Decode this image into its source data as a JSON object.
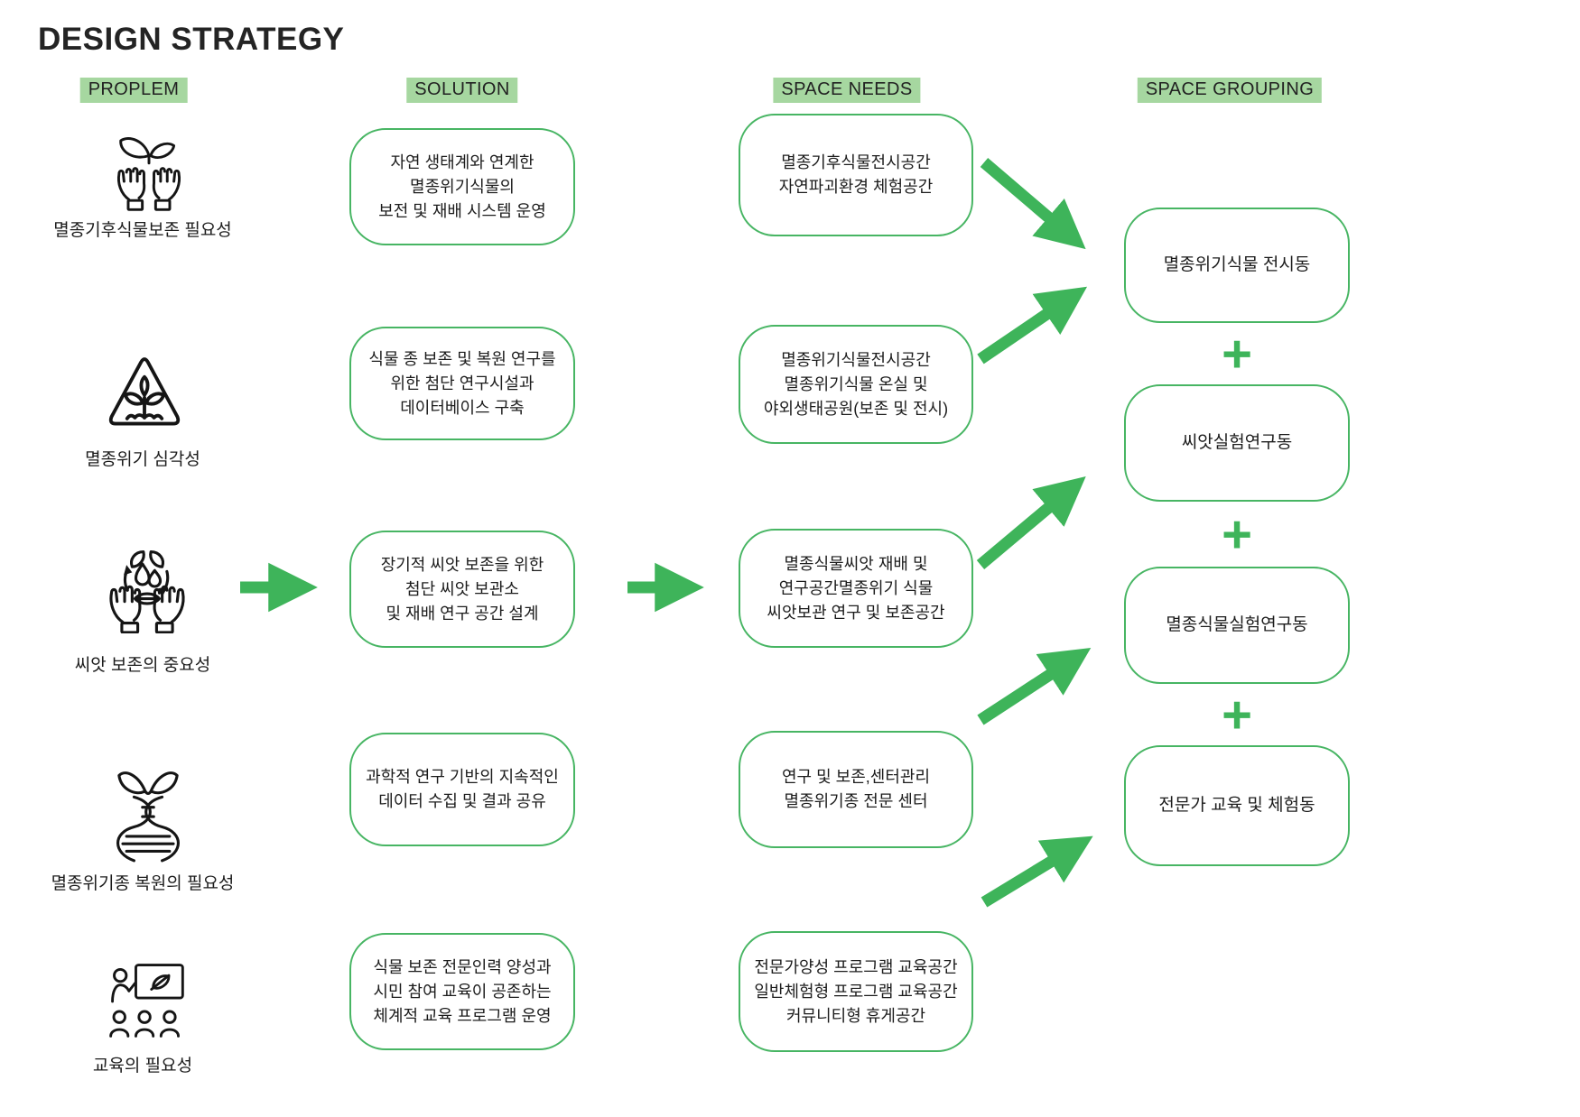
{
  "title": "DESIGN STRATEGY",
  "colors": {
    "green_accent": "#3eb45a",
    "box_border_green": "#47b563",
    "header_highlight_green": "#a6d7a0",
    "text_black": "#1c1c1c"
  },
  "problem": {
    "header": "PROPLEM",
    "items": [
      {
        "icon": "hands-holding-plant-icon",
        "label": "멸종기후식물보존 필요성"
      },
      {
        "icon": "warning-triangle-sprout-icon",
        "label": "멸종위기 심각성"
      },
      {
        "icon": "hands-holding-eco-cycle-icon",
        "label": "씨앗 보존의 중요성"
      },
      {
        "icon": "dna-leaves-icon",
        "label": "멸종위기종 복원의 필요성"
      },
      {
        "icon": "education-presentation-icon",
        "label": "교육의 필요성"
      }
    ]
  },
  "solution": {
    "header": "SOLUTION",
    "items": [
      {
        "lines": [
          "자연 생태계와 연계한",
          "멸종위기식물의",
          "보전 및 재배 시스템 운영"
        ]
      },
      {
        "lines": [
          "식물 종 보존 및 복원 연구를",
          "위한 첨단 연구시설과",
          "데이터베이스 구축"
        ]
      },
      {
        "lines": [
          "장기적 씨앗 보존을 위한",
          "첨단 씨앗 보관소",
          "및 재배 연구 공간 설계"
        ]
      },
      {
        "lines": [
          "과학적 연구 기반의 지속적인",
          "데이터 수집 및 결과 공유"
        ]
      },
      {
        "lines": [
          "식물 보존 전문인력 양성과",
          "시민 참여 교육이 공존하는",
          "체계적 교육 프로그램 운영"
        ]
      }
    ]
  },
  "space_needs": {
    "header": "SPACE NEEDS",
    "items": [
      {
        "lines": [
          "멸종기후식물전시공간",
          "자연파괴환경 체험공간"
        ]
      },
      {
        "lines": [
          "멸종위기식물전시공간",
          "멸종위기식물 온실 및",
          "야외생태공원(보존 및 전시)"
        ]
      },
      {
        "lines": [
          "멸종식물씨앗 재배 및",
          "연구공간멸종위기 식물",
          "씨앗보관 연구 및 보존공간"
        ]
      },
      {
        "lines": [
          "연구 및 보존,센터관리",
          "멸종위기종 전문 센터"
        ]
      },
      {
        "lines": [
          "전문가양성 프로그램 교육공간",
          "일반체험형 프로그램 교육공간",
          "커뮤니티형 휴게공간"
        ]
      }
    ]
  },
  "space_grouping": {
    "header": "SPACE GROUPING",
    "plus": "+",
    "items": [
      {
        "label": "멸종위기식물 전시동"
      },
      {
        "label": "씨앗실험연구동"
      },
      {
        "label": "멸종식물실험연구동"
      },
      {
        "label": "전문가 교육 및 체험동"
      }
    ]
  }
}
